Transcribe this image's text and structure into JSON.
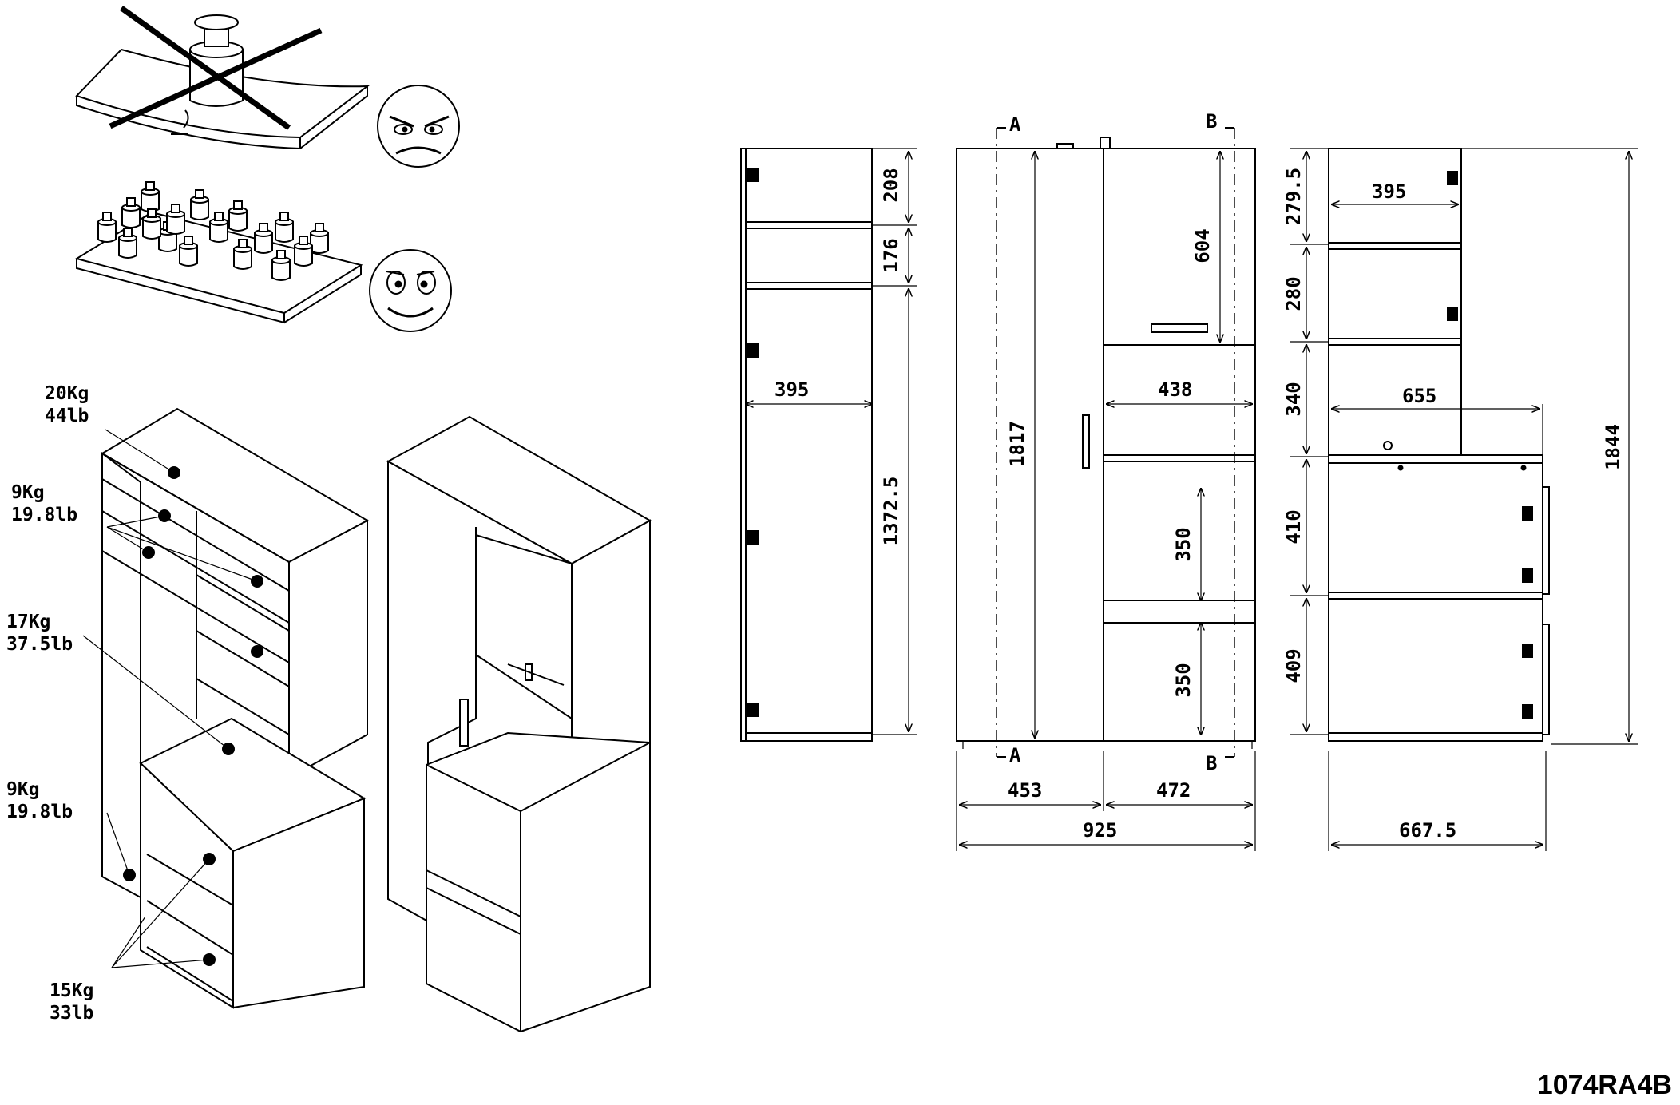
{
  "weights": [
    {
      "kg": "20Kg",
      "lb": "44lb"
    },
    {
      "kg": "9Kg",
      "lb": "19.8lb"
    },
    {
      "kg": "17Kg",
      "lb": "37.5lb"
    },
    {
      "kg": "9Kg",
      "lb": "19.8lb"
    },
    {
      "kg": "15Kg",
      "lb": "33lb"
    }
  ],
  "section_marks": {
    "a": "A",
    "b": "B"
  },
  "side_view": {
    "depth": "395",
    "h_top": "208",
    "h_second": "176",
    "h_rest": "1372.5"
  },
  "front_view": {
    "height": "1817",
    "door_height": "604",
    "niche_width": "438",
    "drawer_1": "350",
    "drawer_2": "350",
    "width_left": "453",
    "width_right": "472",
    "total_width": "925"
  },
  "right_view": {
    "upper_depth": "395",
    "h_1": "279.5",
    "h_2": "280",
    "h_3": "340",
    "h_4": "410",
    "h_5": "409",
    "lower_depth": "655",
    "total_height": "1844",
    "total_depth": "667.5"
  },
  "code": "1074RA4B"
}
